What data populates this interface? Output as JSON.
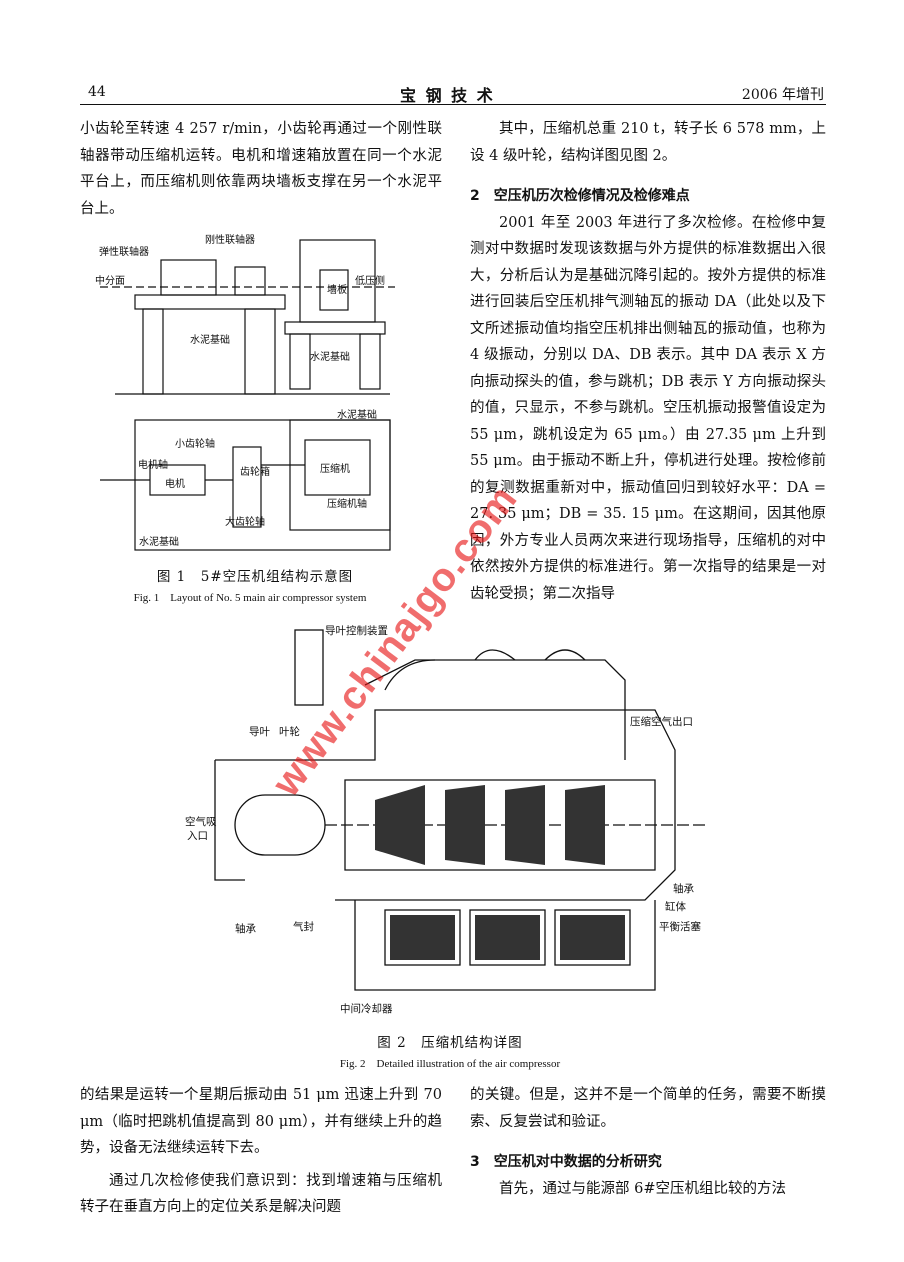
{
  "header": {
    "page_number": "44",
    "journal": "宝 钢 技 术",
    "issue": "2006 年增刊"
  },
  "left_top": [
    "小齿轮至转速 4 257 r/min，小齿轮再通过一个刚性联轴器带动压缩机运转。电机和增速箱放置在同一个水泥平台上，而压缩机则依靠两块墙板支撑在另一个水泥平台上。"
  ],
  "fig1": {
    "side_labels": {
      "elastic_coupling": "弹性联轴器",
      "rigid_coupling": "刚性联轴器",
      "mid_plane": "中分面",
      "low_pressure_side": "低压侧",
      "wall_plate": "墙板",
      "concrete_base_1": "水泥基础",
      "concrete_base_2": "水泥基础"
    },
    "plan_labels": {
      "concrete_base_top": "水泥基础",
      "pinion_shaft": "小齿轮轴",
      "motor_shaft": "电机轴",
      "motor": "电机",
      "gearbox": "齿轮箱",
      "compressor": "压缩机",
      "compressor_shaft": "压缩机轴",
      "big_gear_shaft": "大齿轮轴",
      "concrete_base_bottom": "水泥基础"
    },
    "caption_zh": "图 1　5#空压机组结构示意图",
    "caption_en": "Fig. 1　Layout of No. 5 main air compressor system"
  },
  "right_top": {
    "para1": "其中，压缩机总重 210 t，转子长 6 578 mm，上设 4 级叶轮，结构详图见图 2。",
    "section2_title": "2　空压机历次检修情况及检修难点",
    "para2": "2001 年至 2003 年进行了多次检修。在检修中复测对中数据时发现该数据与外方提供的标准数据出入很大，分析后认为是基础沉降引起的。按外方提供的标准进行回装后空压机排气测轴瓦的振动 DA（此处以及下文所述振动值均指空压机排出侧轴瓦的振动值，也称为 4 级振动，分别以 DA、DB 表示。其中 DA 表示 X 方向振动探头的值，参与跳机；DB 表示 Y 方向振动探头的值，只显示，不参与跳机。空压机振动报警值设定为 55 μm，跳机设定为 65 μm。）由 27.35 μm 上升到 55 μm。由于振动不断上升，停机进行处理。按检修前的复测数据重新对中，振动值回归到较好水平：DA = 27. 35 μm；DB = 35. 15 μm。在这期间，因其他原因，外方专业人员两次来进行现场指导，压缩机的对中依然按外方提供的标准进行。第一次指导的结果是一对齿轮受损；第二次指导"
  },
  "fig2": {
    "labels": {
      "guide_vane_control": "导叶控制装置",
      "guide_vane": "导叶",
      "impeller": "叶轮",
      "outlet": "压缩空气出口",
      "air_inlet_1": "空气吸",
      "air_inlet_2": "入口",
      "bearing_left": "轴承",
      "seal": "气封",
      "bearing_right": "轴承",
      "casing": "缸体",
      "balance_piston": "平衡活塞",
      "intercooler": "中间冷却器"
    },
    "caption_zh": "图 2　压缩机结构详图",
    "caption_en": "Fig. 2　Detailed illustration of the air compressor"
  },
  "left_bottom": {
    "para1": "的结果是运转一个星期后振动由 51 μm 迅速上升到 70 μm（临时把跳机值提高到 80 μm），并有继续上升的趋势，设备无法继续运转下去。",
    "para2": "通过几次检修使我们意识到：找到增速箱与压缩机转子在垂直方向上的定位关系是解决问题"
  },
  "right_bottom": {
    "para1": "的关键。但是，这并不是一个简单的任务，需要不断摸索、反复尝试和验证。",
    "section3_title": "3　空压机对中数据的分析研究",
    "para2": "首先，通过与能源部 6#空压机组比较的方法"
  },
  "watermark": "www.chinajgo.com",
  "colors": {
    "watermark": "#e61414",
    "ink": "#111111"
  }
}
